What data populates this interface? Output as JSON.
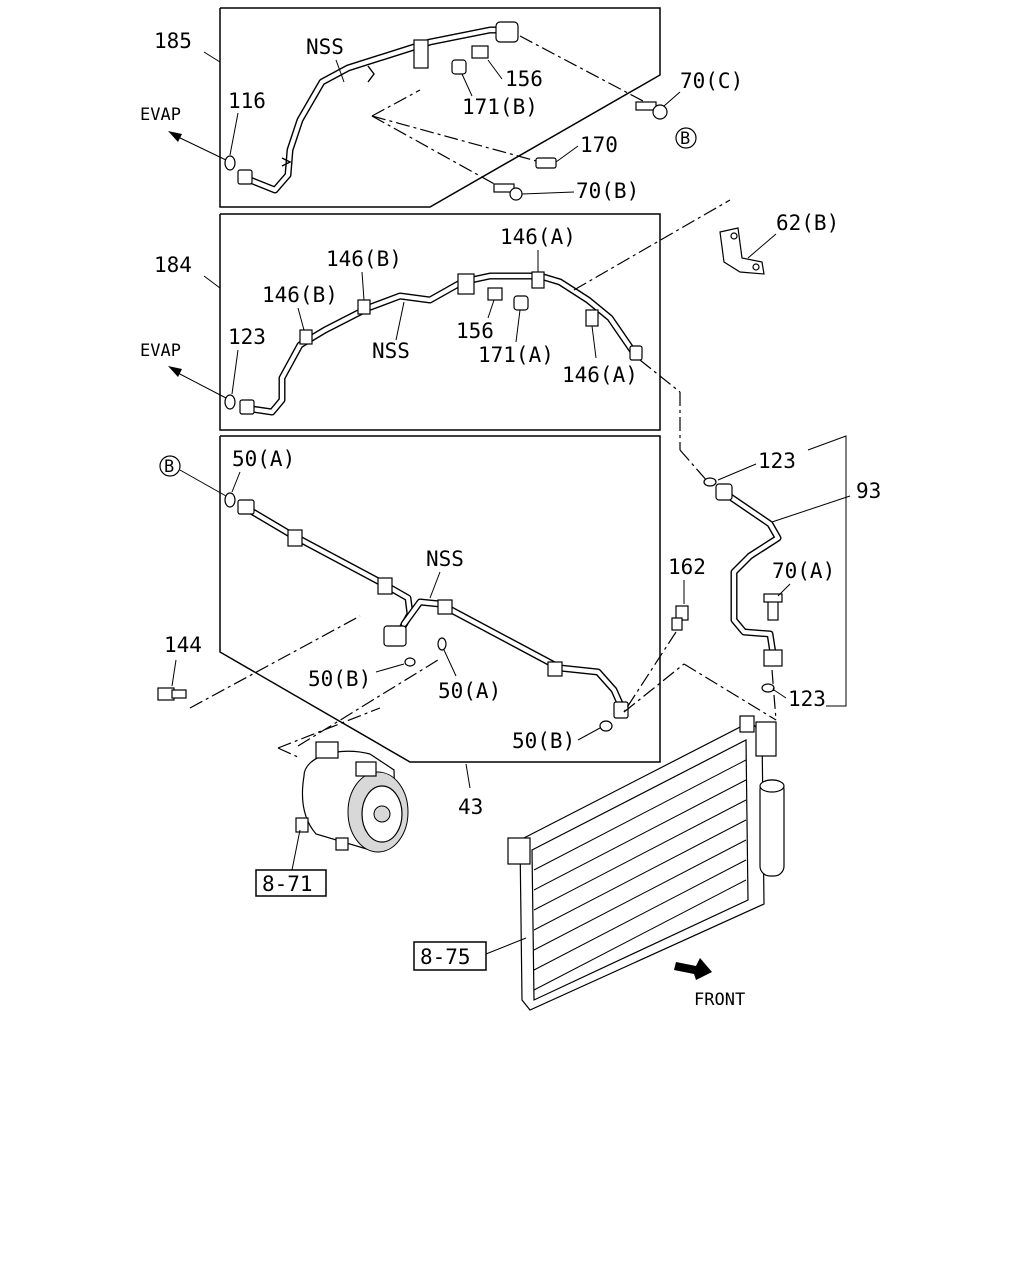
{
  "diagram": {
    "labels": {
      "l185": "185",
      "l184": "184",
      "l43": "43",
      "l93": "93",
      "nss_top": "NSS",
      "nss_mid": "NSS",
      "nss_bot": "NSS",
      "evap_top": "EVAP",
      "evap_mid": "EVAP",
      "l116": "116",
      "l156_top": "156",
      "l171b": "171(B)",
      "l70c": "70(C)",
      "l170": "170",
      "l70b": "70(B)",
      "b_circle_top": "B",
      "l62b": "62(B)",
      "l146a_top": "146(A)",
      "l146b_1": "146(B)",
      "l146b_2": "146(B)",
      "l123_mid": "123",
      "l156_mid": "156",
      "l171a": "171(A)",
      "l146a_bot": "146(A)",
      "b_circle_bot": "B",
      "l50a_1": "50(A)",
      "l162": "162",
      "l123_right_top": "123",
      "l70a": "70(A)",
      "l123_right_bot": "123",
      "l144": "144",
      "l50b_1": "50(B)",
      "l50a_2": "50(A)",
      "l50b_2": "50(B)",
      "ref_871": "8-71",
      "ref_875": "8-75",
      "front": "FRONT"
    }
  }
}
